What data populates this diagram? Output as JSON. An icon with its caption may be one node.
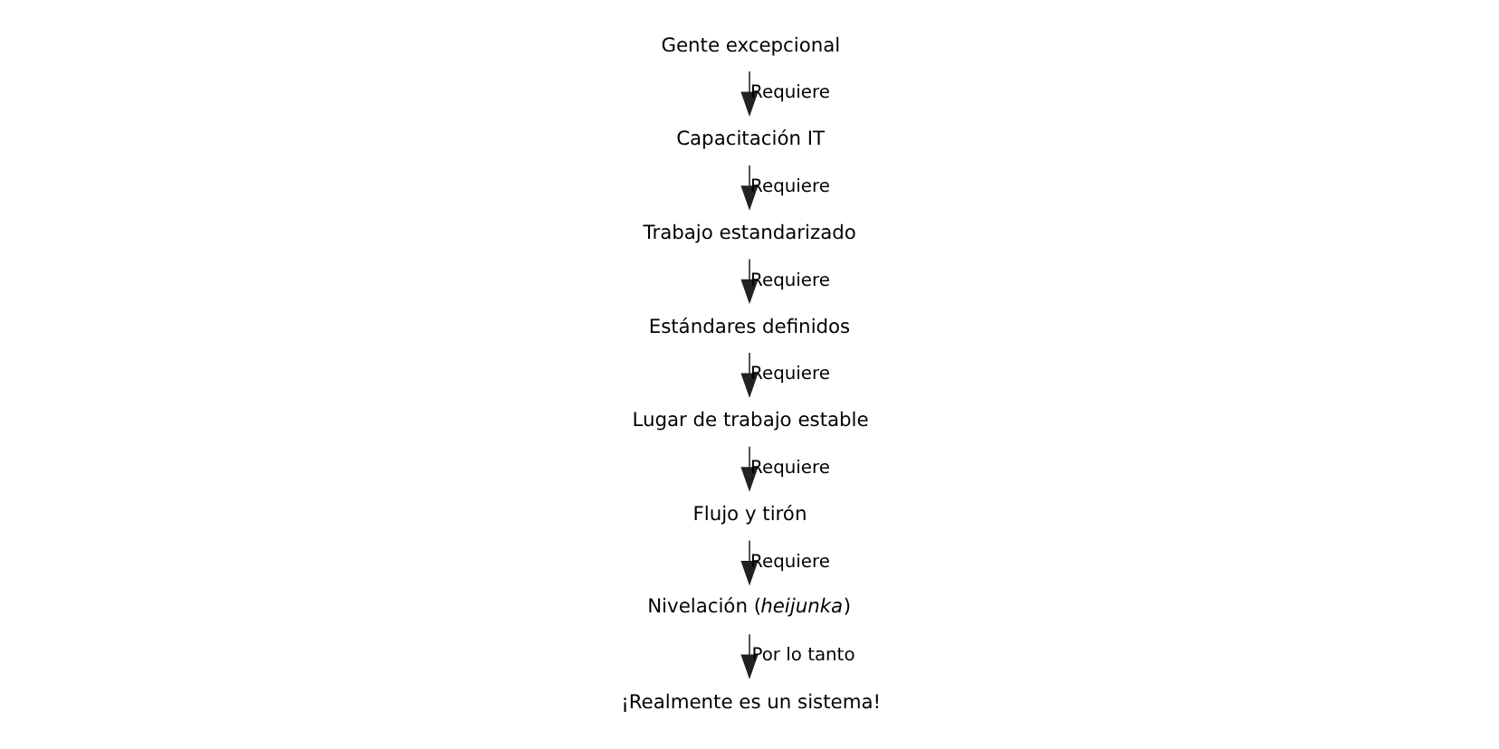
{
  "diagram": {
    "nodes": [
      {
        "text": [
          "Gente excepcional"
        ]
      },
      {
        "text": [
          "Capacitación IT"
        ]
      },
      {
        "text": [
          "Trabajo estandarizado"
        ]
      },
      {
        "text": [
          "Estándares definidos"
        ]
      },
      {
        "text": [
          "Lugar de trabajo estable"
        ]
      },
      {
        "text": [
          "Flujo y tirón"
        ]
      },
      {
        "text": [
          "Nivelación (*heijunka*)"
        ]
      },
      {
        "text": [
          "¡Realmente es un sistema!"
        ]
      }
    ],
    "edges": [
      {
        "from": 0,
        "to": 1,
        "arrow": "to",
        "label": "Requiere"
      },
      {
        "from": 1,
        "to": 2,
        "arrow": "to",
        "label": "Requiere"
      },
      {
        "from": 2,
        "to": 3,
        "arrow": "to",
        "label": "Requiere"
      },
      {
        "from": 3,
        "to": 4,
        "arrow": "to",
        "label": "Requiere"
      },
      {
        "from": 4,
        "to": 5,
        "arrow": "to",
        "label": "Requiere"
      },
      {
        "from": 5,
        "to": 6,
        "arrow": "to",
        "label": "Requiere"
      },
      {
        "from": 6,
        "to": 7,
        "arrow": "to",
        "label": "Por lo tanto"
      }
    ]
  }
}
